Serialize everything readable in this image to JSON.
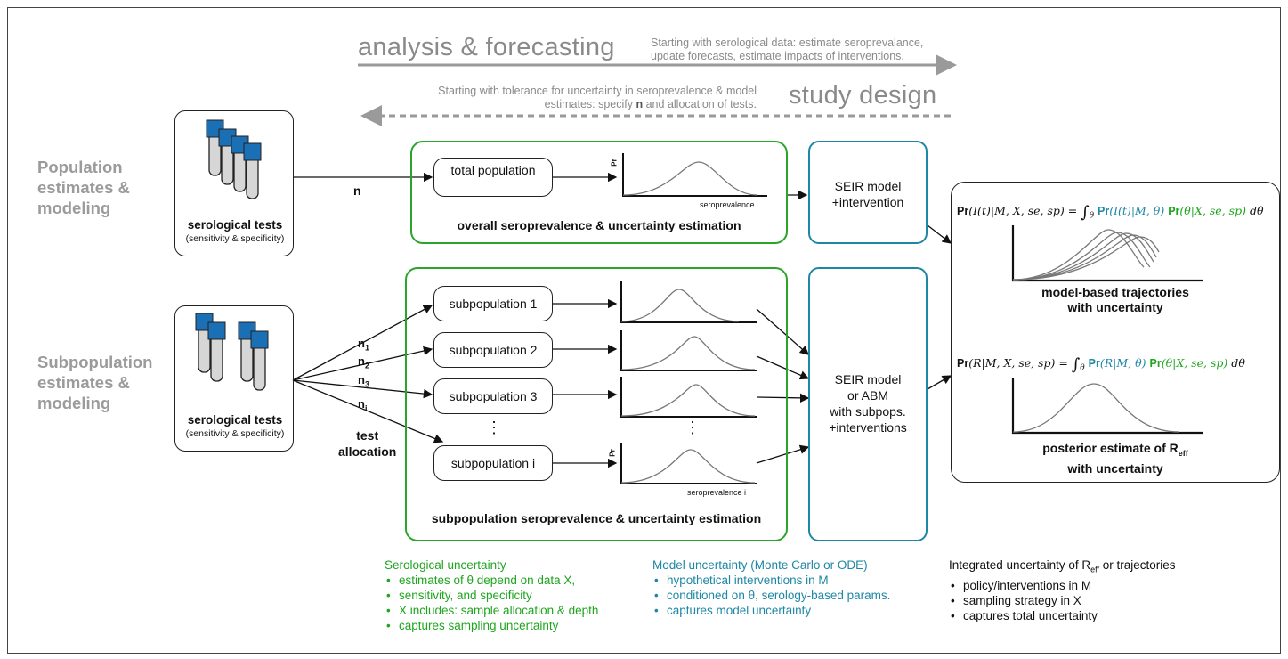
{
  "header": {
    "analysis_title": "analysis & forecasting",
    "analysis_desc_1": "Starting with serological data: estimate seroprevalance,",
    "analysis_desc_2": "update forecasts, estimate impacts of interventions.",
    "design_title": "study design",
    "design_desc_1": "Starting with tolerance for uncertainty in seroprevalence & model",
    "design_desc_2_pre": "estimates: specify",
    "design_desc_2_n": "n",
    "design_desc_2_post": "and allocation of tests."
  },
  "population": {
    "label_lines": [
      "Population",
      "estimates &",
      "modeling"
    ],
    "tests_title": "serological tests",
    "tests_sub": "(sensitivity & specificity)",
    "n_label": "n",
    "total_population": "total population",
    "axis_pr": "Pr",
    "axis_x": "seroprevalence",
    "group_title": "overall seroprevalence & uncertainty estimation",
    "model_lines": [
      "SEIR model",
      "+intervention"
    ]
  },
  "subpopulation": {
    "label_lines": [
      "Subpopulation",
      "estimates &",
      "modeling"
    ],
    "tests_title": "serological tests",
    "tests_sub": "(sensitivity & specificity)",
    "n_labels": [
      "n1",
      "n2",
      "n3",
      "ni"
    ],
    "allocation_lines": [
      "test",
      "allocation"
    ],
    "items": [
      "subpopulation 1",
      "subpopulation 2",
      "subpopulation 3",
      "subpopulation i"
    ],
    "dots": "⋮",
    "axis_pr": "Pr",
    "axis_x": "seroprevalence i",
    "group_title": "subpopulation seroprevalence & uncertainty estimation",
    "model_lines": [
      "SEIR model",
      "or ABM",
      "with subpops.",
      "+interventions"
    ]
  },
  "outcomes": {
    "formula1": "Pr(I(t)|M, X, se, sp) = ∫θ Pr(I(t)|M, θ) Pr(θ|X, se, sp) dθ",
    "trajectories_title_lines": [
      "model-based trajectories",
      "with uncertainty"
    ],
    "formula2": "Pr(R|M, X, se, sp) = ∫θ Pr(R|M, θ) Pr(θ|X, se, sp) dθ",
    "posterior_title_1": "posterior estimate of R",
    "posterior_sub": "eff",
    "posterior_title_2": "with uncertainty"
  },
  "notes": {
    "serological": {
      "title": "Serological uncertainty",
      "items": [
        "estimates of θ depend on data X,",
        "sensitivity, and specificity",
        "X includes: sample allocation & depth",
        "captures sampling uncertainty"
      ]
    },
    "model": {
      "title": "Model uncertainty (Monte Carlo or ODE)",
      "items": [
        "hypothetical interventions in M",
        "conditioned on θ, serology-based params.",
        "captures model uncertainty"
      ]
    },
    "integrated": {
      "title_pre": "Integrated uncertainty of R",
      "title_sub": "eff",
      "title_post": " or trajectories",
      "items": [
        "policy/interventions in M",
        "sampling strategy in X",
        "captures total uncertainty"
      ]
    }
  },
  "colors": {
    "green": "#2aa52a",
    "teal": "#1f87a5",
    "tube_blue": "#1a6fb5",
    "gray": "#8a8a8a"
  }
}
